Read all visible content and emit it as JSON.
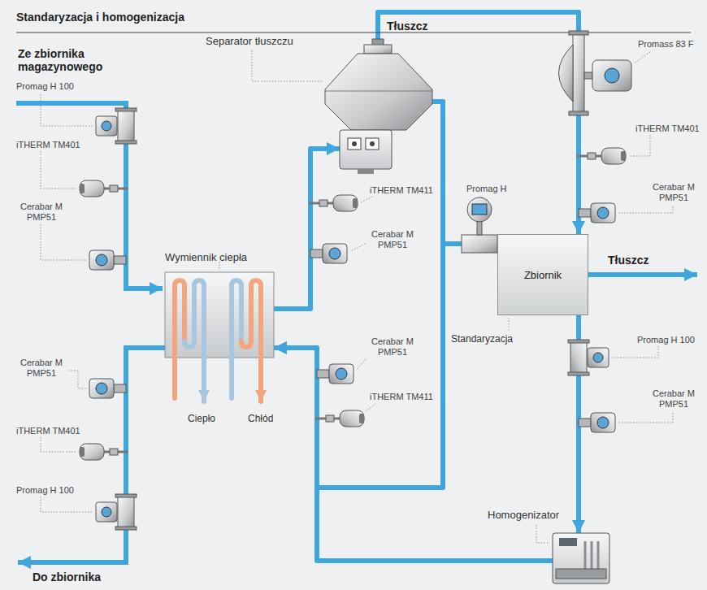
{
  "diagram": {
    "title": "Standaryzacja i homogenizacja",
    "nodes": [
      {
        "text": [
          "Separator tłuszczu"
        ]
      },
      {
        "text": [
          "Wymiennik ciepła"
        ]
      },
      {
        "text": [
          "Zbiornik"
        ]
      },
      {
        "text": [
          "Homogenizator"
        ]
      }
    ],
    "edges": [
      {
        "from": 1,
        "to": 0,
        "arrow": "to"
      },
      {
        "from": 0,
        "to": 2,
        "arrow": "to"
      },
      {
        "from": 0,
        "to": 2,
        "arrow": "to"
      },
      {
        "from": 0,
        "to": 1,
        "arrow": "to"
      },
      {
        "from": 2,
        "to": 3,
        "arrow": "to"
      },
      {
        "from": 3,
        "to": 1,
        "arrow": "to"
      }
    ],
    "labels": [
      "Tłuszcz",
      "Ze zbiornika magazynowego",
      "Promag H 100",
      "Promass 83 F",
      "iTHERM TM401",
      "iTHERM TM401",
      "iTHERM TM411",
      "Cerabar M PMP51",
      "Promag H",
      "Cerabar M PMP51",
      "Cerabar M PMP51",
      "Tłuszcz",
      "Standaryzacja",
      "Cerabar M PMP51",
      "Cerabar M PMP51",
      "Promag H 100",
      "iTHERM TM411",
      "Ciepło",
      "Chłód",
      "iTHERM TM401",
      "Cerabar M PMP51",
      "Promag H 100",
      "Do zbiornika"
    ]
  }
}
